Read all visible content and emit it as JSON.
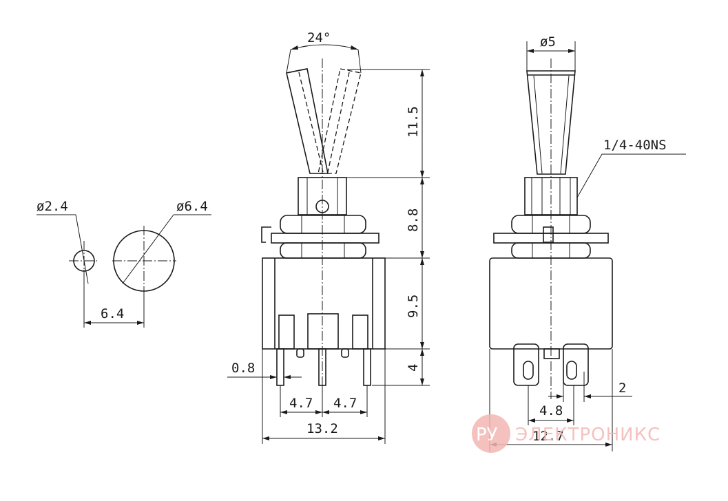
{
  "dimensions": {
    "hole_small": "ø2.4",
    "hole_large": "ø6.4",
    "hole_spacing": "6.4",
    "lever_angle": "24°",
    "lever_height": "11.5",
    "bushing_height": "8.8",
    "body_height": "9.5",
    "terminal_length": "4",
    "terminal_thickness": "0.8",
    "terminal_pitch_left": "4.7",
    "terminal_pitch_right": "4.7",
    "body_width_front": "13.2",
    "lever_diameter": "ø5",
    "thread": "1/4-40NS",
    "terminal_width": "2",
    "terminal_pitch_side": "4.8",
    "body_width_side": "12.7"
  },
  "watermark": {
    "logo": "РУ",
    "text": "ЭЛЕКТРОНИКС",
    "color": "#f4b7b3"
  }
}
